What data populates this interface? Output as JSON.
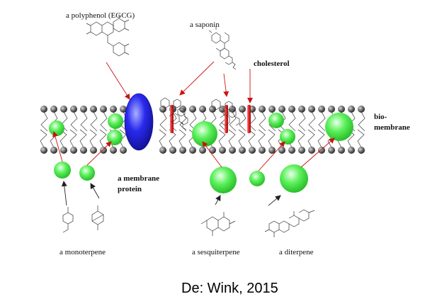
{
  "labels": {
    "polyphenol": "a polyphenol (EGCG)",
    "saponin": "a saponin",
    "cholesterol": "cholesterol",
    "biomembrane_line1": "bio-",
    "biomembrane_line2": "membrane",
    "membrane_protein_line1": "a membrane",
    "membrane_protein_line2": "protein",
    "monoterpene": "a monoterpene",
    "sesquiterpene": "a sesquiterpene",
    "diterpene": "a diterpene"
  },
  "credit": "De: Wink, 2015",
  "colors": {
    "lipid_head": "#444444",
    "terpene_sphere": "#3ee63e",
    "membrane_protein": "#1a1ae0",
    "cholesterol": "#d42020",
    "arrow_red": "#cc1111",
    "arrow_black": "#222222"
  }
}
